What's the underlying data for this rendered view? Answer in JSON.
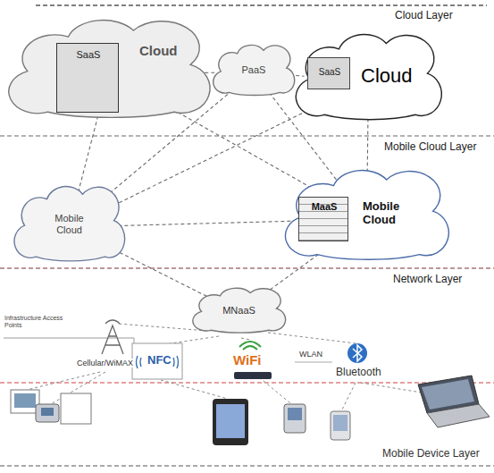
{
  "diagram": {
    "nodes": [
      {
        "text": [
          "Cloud"
        ]
      },
      {
        "text": [
          "SaaS"
        ],
        "in": 0
      },
      {
        "text": [
          "PaaS"
        ]
      },
      {
        "text": [
          "Cloud"
        ]
      },
      {
        "text": [
          "SaaS"
        ],
        "in": 3
      },
      {
        "text": [
          "Mobile Cloud"
        ]
      },
      {
        "text": [
          "Mobile Cloud"
        ]
      },
      {
        "text": [
          "MaaS"
        ],
        "in": 6
      },
      {
        "text": [
          "MNaaS"
        ]
      }
    ],
    "edges": [
      {
        "from": 0,
        "to": 2,
        "arrow": "none"
      },
      {
        "from": 2,
        "to": 3,
        "arrow": "none"
      },
      {
        "from": 0,
        "to": 5,
        "arrow": "none"
      },
      {
        "from": 0,
        "to": 6,
        "arrow": "none"
      },
      {
        "from": 2,
        "to": 5,
        "arrow": "none"
      },
      {
        "from": 2,
        "to": 6,
        "arrow": "none"
      },
      {
        "from": 3,
        "to": 5,
        "arrow": "none"
      },
      {
        "from": 3,
        "to": 6,
        "arrow": "none"
      },
      {
        "from": 5,
        "to": 6,
        "arrow": "none"
      },
      {
        "from": 5,
        "to": 8,
        "arrow": "none"
      },
      {
        "from": 6,
        "to": 8,
        "arrow": "none"
      }
    ],
    "labels": [
      "Cloud Layer",
      "Mobile Cloud Layer",
      "Network Layer",
      "Mobile Device Layer",
      "Infrastructure Access Points",
      "Cellular/WiMAX",
      "NFC",
      "WiFi",
      "WLAN",
      "Bluetooth"
    ]
  }
}
